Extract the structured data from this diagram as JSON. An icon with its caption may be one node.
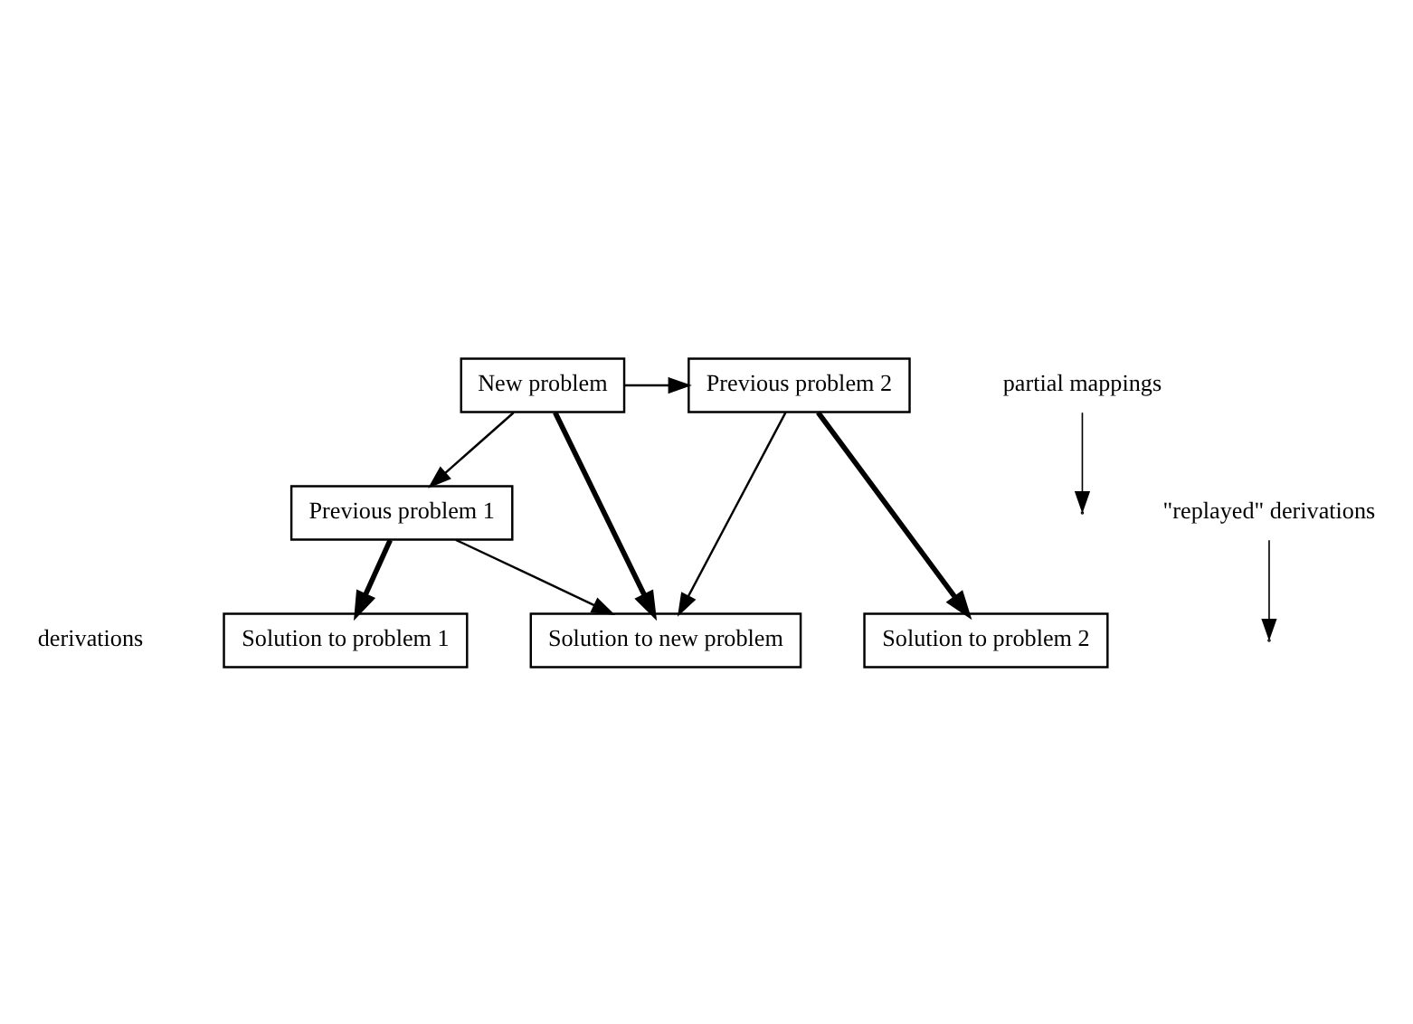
{
  "diagram": {
    "nodes": [
      {
        "text": [
          "New problem"
        ]
      },
      {
        "text": [
          "Previous problem 2"
        ]
      },
      {
        "text": [
          "Previous problem 1"
        ]
      },
      {
        "text": [
          "Solution to new problem"
        ]
      },
      {
        "text": [
          "Solution to problem 2"
        ]
      },
      {
        "text": [
          "Solution to problem 1"
        ]
      },
      {
        "text": [
          "partial mappings"
        ]
      },
      {
        "text": [
          "\"replayed\" derivations"
        ]
      }
    ],
    "edges": [
      {
        "from": 0,
        "to": 1,
        "arrow": "to"
      },
      {
        "from": 0,
        "to": 2,
        "arrow": "to"
      },
      {
        "from": 0,
        "to": 3,
        "arrow": "to",
        "style": "thick"
      },
      {
        "from": 1,
        "to": 4,
        "arrow": "to",
        "style": "thick"
      },
      {
        "from": 2,
        "to": 5,
        "arrow": "to",
        "style": "thick"
      },
      {
        "from": 1,
        "to": 3,
        "arrow": "to"
      },
      {
        "from": 2,
        "to": 3,
        "arrow": "to"
      },
      {
        "from": 6,
        "to": null,
        "arrow": "to"
      },
      {
        "from": 7,
        "to": null,
        "arrow": "to"
      }
    ],
    "labels": [
      "derivations"
    ]
  }
}
